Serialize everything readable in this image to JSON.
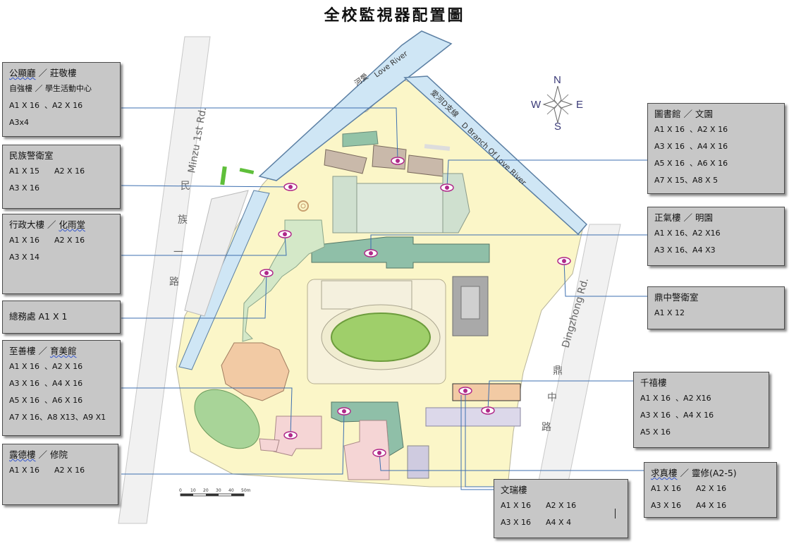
{
  "title": "全校監視器配置圖",
  "roads": {
    "minzu_en": "Minzu 1st Rd.",
    "minzu_zh": [
      "民",
      "族",
      "一",
      "路"
    ],
    "dingzhong_en": "Dingzhong Rd.",
    "dingzhong_zh": [
      "鼎",
      "中",
      "路"
    ]
  },
  "rivers": {
    "love_river_zh": "河愛",
    "love_river_en": "Love River",
    "d_branch_zh": "愛河D支線",
    "d_branch_en": "D Branch Of Love River"
  },
  "compass": {
    "n": "N",
    "s": "S",
    "e": "E",
    "w": "W"
  },
  "scale_bar": {
    "ticks": [
      "0",
      "10",
      "20",
      "30",
      "40",
      "50m"
    ]
  },
  "colors": {
    "campus": "#fbf6c8",
    "river": "#cfe6f5",
    "track": "#9fcf6a",
    "camera": "#b0288a",
    "callout_line": "#3d6fb0"
  },
  "callouts": [
    {
      "id": "gongxun",
      "title_parts": [
        {
          "t": "公顯廳",
          "s": true
        },
        {
          "t": " ／ 莊敬樓"
        }
      ],
      "lines": [
        "自強樓 ／ 學生活動中心",
        "A1 X 16  、A2 X 16",
        "A3x4"
      ]
    },
    {
      "id": "minzu-guard",
      "title_parts": [
        {
          "t": "民族警衛室"
        }
      ],
      "lines": [
        "A1 X 15      A2 X 16",
        "A3 X 16"
      ]
    },
    {
      "id": "admin",
      "title_parts": [
        {
          "t": "行政大樓 ／ "
        },
        {
          "t": "化雨堂",
          "s": true
        }
      ],
      "lines": [
        "A1 X 16      A2 X 16",
        "A3 X 14"
      ]
    },
    {
      "id": "general",
      "title_parts": [
        {
          "t": "總務處      A1 X 1"
        }
      ],
      "lines": []
    },
    {
      "id": "zhishan",
      "title_parts": [
        {
          "t": "至善樓 ／ "
        },
        {
          "t": "育美館",
          "s": true
        }
      ],
      "lines": [
        "A1 X 16  、A2 X 16",
        "A3 X 16  、A4 X 16",
        "A5 X 16  、A6 X 16",
        "A7 X 16、A8 X13、A9 X1"
      ]
    },
    {
      "id": "ludi",
      "title_parts": [
        {
          "t": "露德樓",
          "s": true
        },
        {
          "t": " ／ 修院"
        }
      ],
      "lines": [
        "A1 X 16      A2 X 16"
      ]
    },
    {
      "id": "library",
      "title_parts": [
        {
          "t": "圖書館 ／ 文園"
        }
      ],
      "lines": [
        "A1 X 16  、A2 X 16",
        "A3 X 16  、A4 X 16",
        "A5 X 16  、A6 X 16",
        "A7 X 15、A8 X 5"
      ]
    },
    {
      "id": "zhengqi",
      "title_parts": [
        {
          "t": "正氣樓 ／ 明園"
        }
      ],
      "lines": [
        "A1 X 16、A2 X16",
        "A3 X 16、A4 X3"
      ]
    },
    {
      "id": "dingzhong-guard",
      "title_parts": [
        {
          "t": "鼎中警衛室"
        }
      ],
      "lines": [
        "A1 X 12"
      ]
    },
    {
      "id": "qianxi",
      "title_parts": [
        {
          "t": "千禧樓"
        }
      ],
      "lines": [
        "A1 X 16  、A2 X16",
        "A3 X 16  、A4 X 16",
        "A5 X 16"
      ]
    },
    {
      "id": "qiuzhen",
      "title_parts": [
        {
          "t": "求真樓",
          "s": true
        },
        {
          "t": " ／ 靈修(A2-5)"
        }
      ],
      "lines": [
        "A1 X 16      A2 X 16",
        "A3 X 16      A4 X 16"
      ]
    },
    {
      "id": "wenrui",
      "title_parts": [
        {
          "t": "文瑞樓"
        }
      ],
      "lines": [
        "A1 X 16      A2 X 16",
        "A3 X 16      A4 X 4"
      ]
    }
  ]
}
